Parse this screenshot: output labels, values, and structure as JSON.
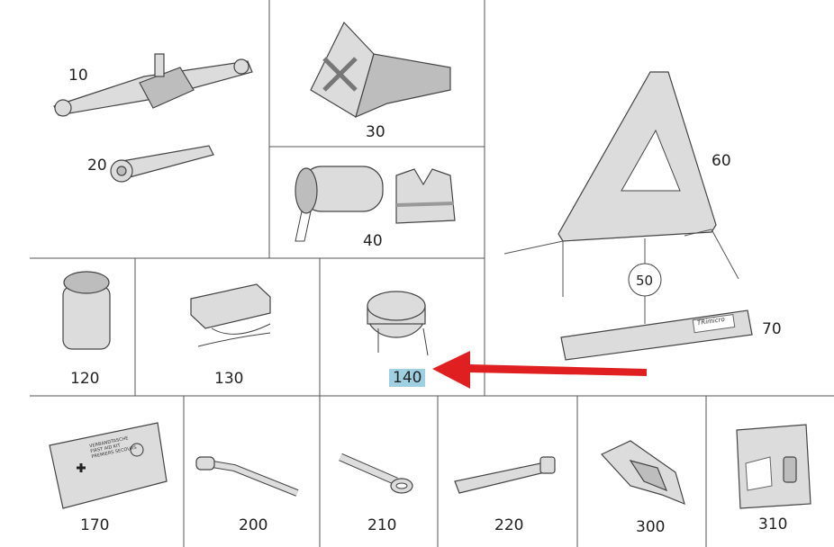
{
  "diagram": {
    "parts": [
      {
        "number": "10",
        "icon": "scissor-jack"
      },
      {
        "number": "20",
        "icon": "jack-crank"
      },
      {
        "number": "30",
        "icon": "wheel-chock"
      },
      {
        "number": "40",
        "icon": "bag-and-safety-vest"
      },
      {
        "number": "60",
        "icon": "warning-triangle"
      },
      {
        "number": "50",
        "icon": "callout"
      },
      {
        "number": "70",
        "icon": "triangle-case"
      },
      {
        "number": "120",
        "icon": "compressor-canister"
      },
      {
        "number": "130",
        "icon": "tire-inflator-kit"
      },
      {
        "number": "140",
        "icon": "spare-wheel-bag",
        "highlighted": true
      },
      {
        "number": "170",
        "icon": "first-aid-kit"
      },
      {
        "number": "200",
        "icon": "lug-wrench"
      },
      {
        "number": "210",
        "icon": "towing-eye"
      },
      {
        "number": "220",
        "icon": "wheel-alignment-bolt"
      },
      {
        "number": "300",
        "icon": "adapter-tool"
      },
      {
        "number": "310",
        "icon": "valve-repair-pack"
      }
    ],
    "first_aid_text": [
      "VERBANDTASCHE",
      "FIRST AID KIT",
      "PREMIERS SECOURS"
    ],
    "case_brand": "TRimicro",
    "highlight_color": "#9fd0e2",
    "arrow_color": "#e02020"
  }
}
